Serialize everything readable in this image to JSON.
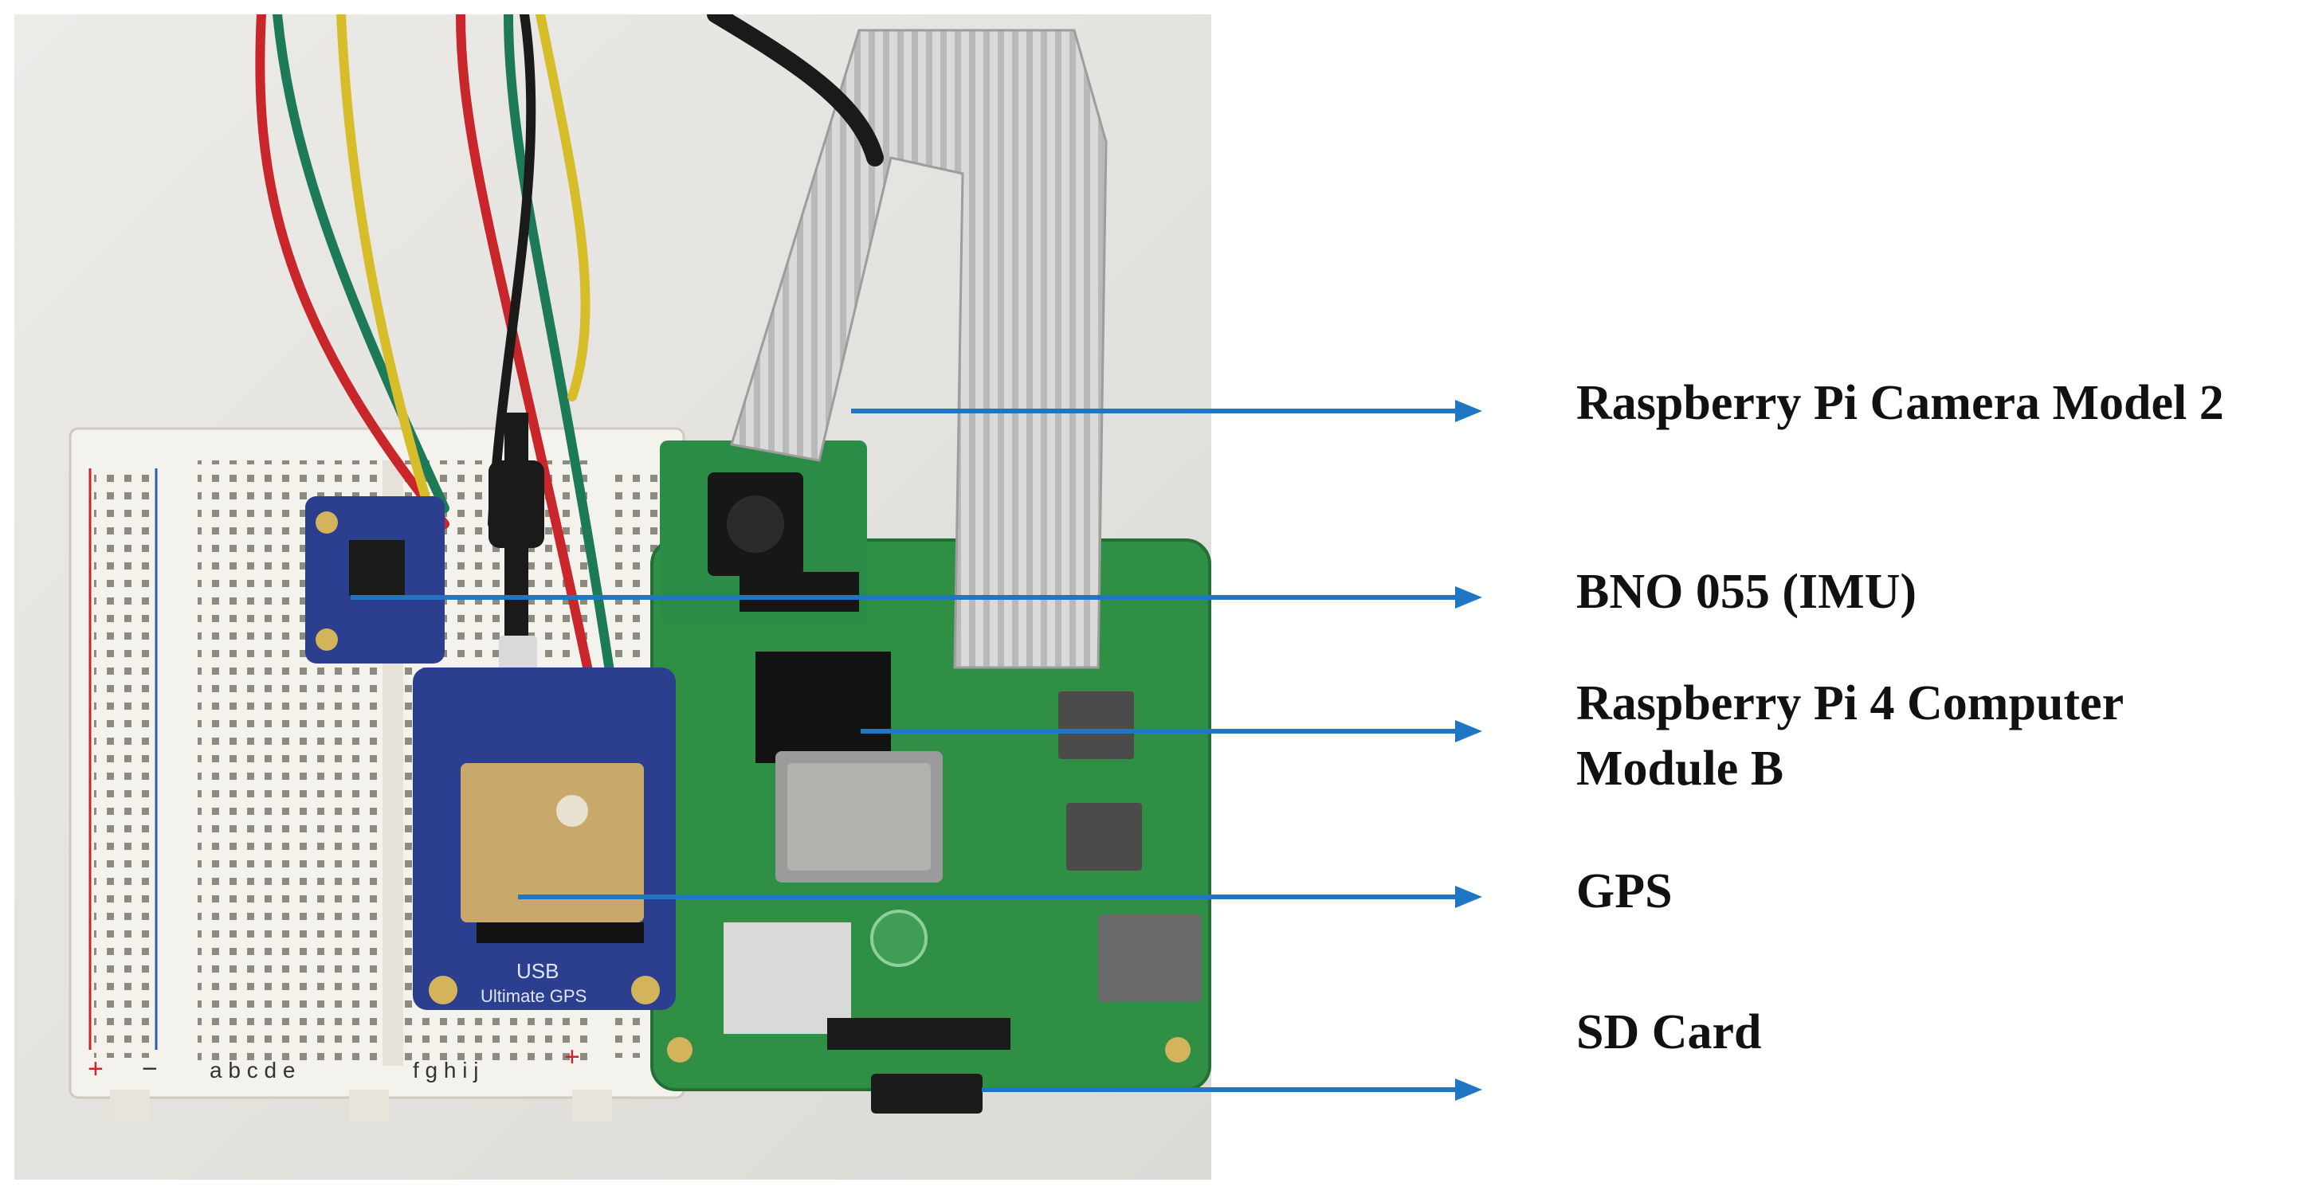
{
  "colors": {
    "arrow": "#1f77c4",
    "breadboard": "#f3f1ec",
    "pcb_green": "#2f8f45",
    "gps_pcb": "#2c3f8f",
    "ribbon": "#cfcfcf",
    "wire_red": "#c8262a",
    "wire_green": "#1d7a58",
    "wire_yellow": "#d8bd2a",
    "wire_black": "#1a1a1a"
  },
  "labels": [
    {
      "id": "camera",
      "text": "Raspberry Pi Camera Model 2"
    },
    {
      "id": "imu",
      "text": "BNO 055 (IMU)"
    },
    {
      "id": "pi",
      "text": "Raspberry Pi 4 Computer",
      "text2": "Module B"
    },
    {
      "id": "gps",
      "text": "GPS"
    },
    {
      "id": "sd",
      "text": "SD Card"
    }
  ],
  "photo_text": {
    "gps_board": "USB",
    "gps_board_sub": "Ultimate GPS",
    "breadboard_cols_left": "a b c d e",
    "breadboard_cols_right": "f g h i j",
    "plus": "+",
    "minus": "−"
  }
}
